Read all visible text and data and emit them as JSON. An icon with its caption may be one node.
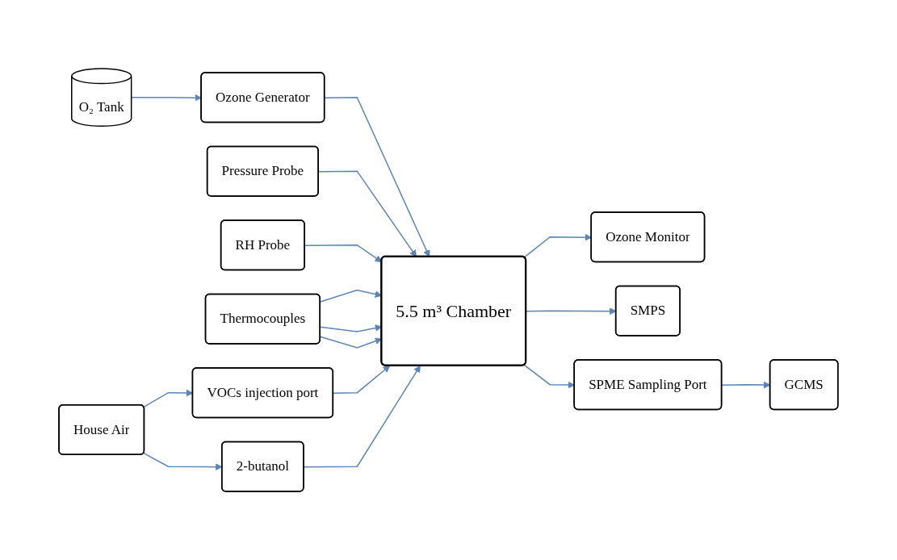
{
  "diagram": {
    "nodes": [
      {
        "text": [
          "O₂ Tank"
        ]
      },
      {
        "text": [
          "Ozone Generator"
        ]
      },
      {
        "text": [
          "Pressure Probe"
        ]
      },
      {
        "text": [
          "RH Probe"
        ]
      },
      {
        "text": [
          "Thermocouples"
        ]
      },
      {
        "text": [
          "5.5 m³ Chamber"
        ]
      },
      {
        "text": [
          "House Air"
        ]
      },
      {
        "text": [
          "VOCs injection port"
        ]
      },
      {
        "text": [
          "Ozone Monitor"
        ]
      },
      {
        "text": [
          "2-butanol"
        ]
      },
      {
        "text": [
          "SMPS"
        ]
      },
      {
        "text": [
          "SPME Sampling Port"
        ]
      },
      {
        "text": [
          "GCMS"
        ]
      }
    ],
    "edges": [
      {
        "from": 0,
        "to": 1,
        "arrow": "to"
      },
      {
        "from": 1,
        "to": 5,
        "arrow": "to"
      },
      {
        "from": 2,
        "to": 5,
        "arrow": "to"
      },
      {
        "from": 3,
        "to": 5,
        "arrow": "to"
      },
      {
        "from": 4,
        "to": 5,
        "arrow": "to"
      },
      {
        "from": 4,
        "to": 5,
        "arrow": "to"
      },
      {
        "from": 4,
        "to": 5,
        "arrow": "to"
      },
      {
        "from": 6,
        "to": 7,
        "arrow": "to"
      },
      {
        "from": 6,
        "to": 9,
        "arrow": "to"
      },
      {
        "from": 7,
        "to": 5,
        "arrow": "to"
      },
      {
        "from": 5,
        "to": 8,
        "arrow": "to"
      },
      {
        "from": 9,
        "to": 5,
        "arrow": "to"
      },
      {
        "from": 5,
        "to": 10,
        "arrow": "to"
      },
      {
        "from": 5,
        "to": 11,
        "arrow": "to"
      },
      {
        "from": 11,
        "to": 12,
        "arrow": "to"
      }
    ]
  }
}
